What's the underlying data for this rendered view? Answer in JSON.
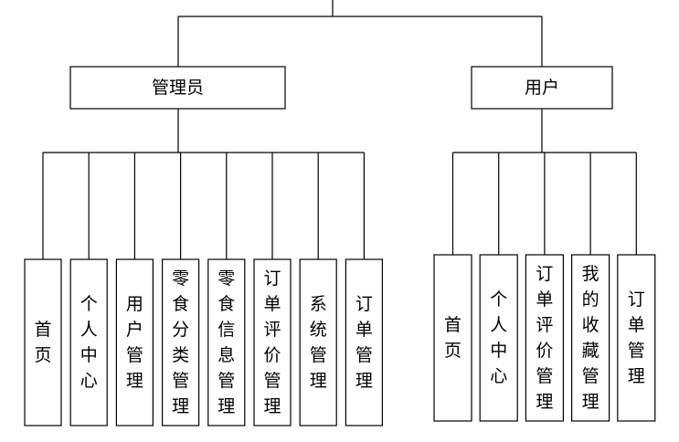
{
  "admin": {
    "label": "管理员",
    "children": [
      "首页",
      "个人中心",
      "用户管理",
      "零食分类管理",
      "零食信息管理",
      "订单评价管理",
      "系统管理",
      "订单管理"
    ]
  },
  "user": {
    "label": "用户",
    "children": [
      "首页",
      "个人中心",
      "订单评价管理",
      "我的收藏管理",
      "订单管理"
    ]
  }
}
